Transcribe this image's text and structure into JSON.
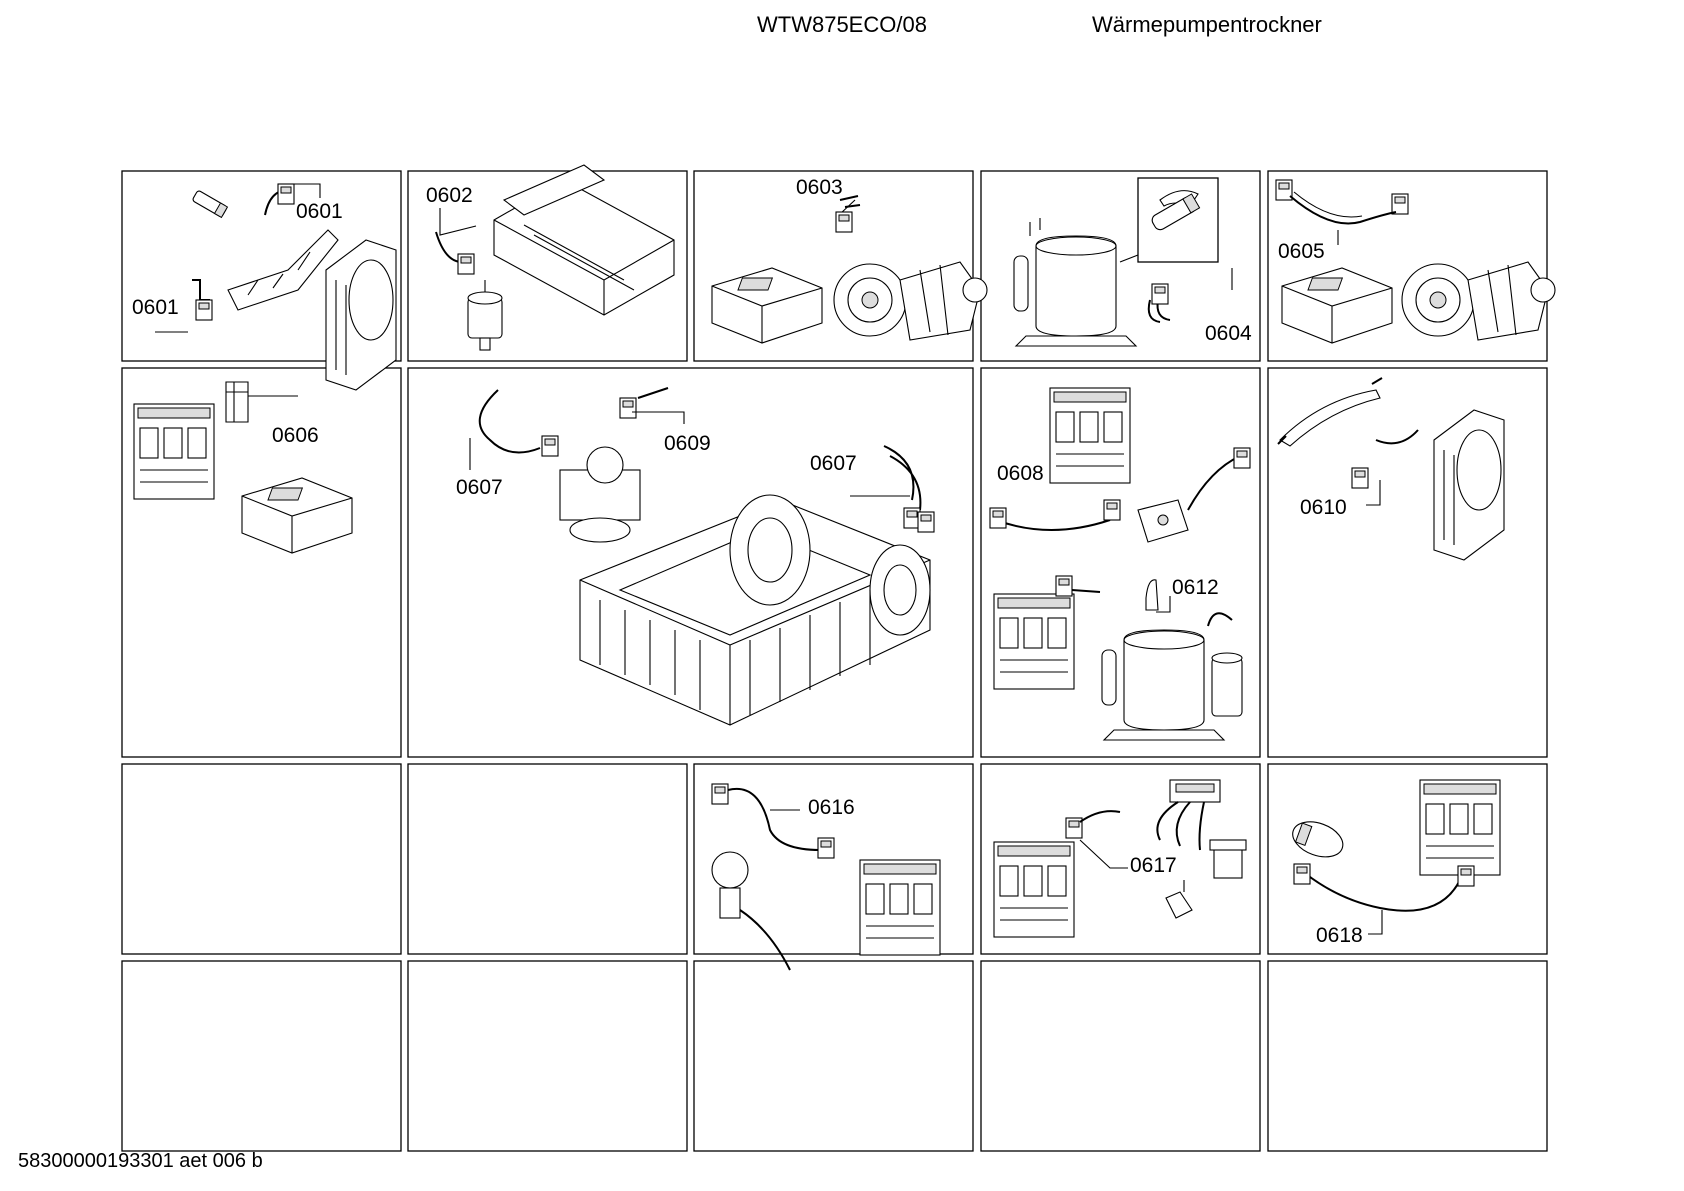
{
  "header": {
    "model": "WTW875ECO/08",
    "product_type": "Wärmepumpentrockner"
  },
  "footer": {
    "doc_code": "58300000193301 aet 006 b"
  },
  "labels": {
    "l0601a": "0601",
    "l0601b": "0601",
    "l0602": "0602",
    "l0603": "0603",
    "l0604": "0604",
    "l0605": "0605",
    "l0606": "0606",
    "l0607a": "0607",
    "l0607b": "0607",
    "l0608": "0608",
    "l0609": "0609",
    "l0610": "0610",
    "l0612": "0612",
    "l0616": "0616",
    "l0617": "0617",
    "l0618": "0618"
  }
}
